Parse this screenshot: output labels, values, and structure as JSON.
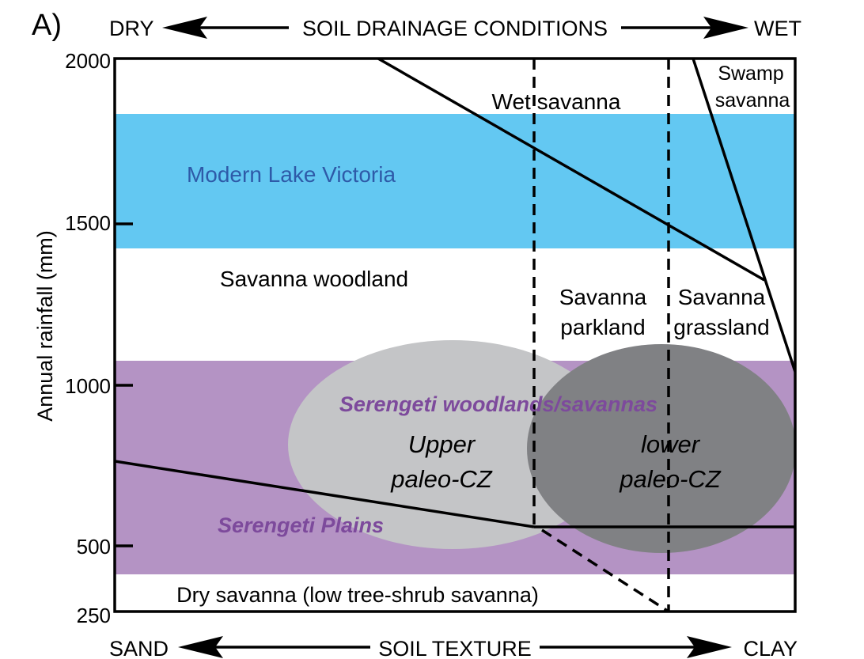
{
  "panel_label": "A)",
  "top_axis": {
    "left": "DRY",
    "title": "SOIL DRAINAGE CONDITIONS",
    "right": "WET"
  },
  "bottom_axis": {
    "left": "SAND",
    "title": "SOIL TEXTURE",
    "right": "CLAY"
  },
  "y_axis": {
    "label": "Annual rainfall (mm)",
    "range": [
      250,
      2000
    ],
    "ticks": [
      {
        "value": 2000,
        "label": "2000"
      },
      {
        "value": 1500,
        "label": "1500"
      },
      {
        "value": 1000,
        "label": "1000"
      },
      {
        "value": 500,
        "label": "500"
      },
      {
        "value": 250,
        "label": "250"
      }
    ]
  },
  "colors": {
    "lake": "#63c8f2",
    "lake_text": "#2e5aa8",
    "serengeti_band": "#b493c4",
    "serengeti_text": "#7d4a9c",
    "upper_cz": "#c4c5c7",
    "lower_cz": "#808184",
    "line": "#000000"
  },
  "bands": {
    "lake": {
      "label": "Modern Lake Victoria",
      "from": 1420,
      "to": 1825
    },
    "serengeti": {
      "from": 400,
      "to": 1080
    }
  },
  "zones": {
    "wet_savanna": "Wet savanna",
    "swamp_savanna": [
      "Swamp",
      "savanna"
    ],
    "savanna_woodland": "Savanna woodland",
    "savanna_parkland": [
      "Savanna",
      "parkland"
    ],
    "savanna_grassland": [
      "Savanna",
      "grassland"
    ],
    "dry_savanna": "Dry savanna (low tree-shrub savanna)"
  },
  "serengeti_labels": {
    "woodlands": "Serengeti woodlands/savannas",
    "plains": "Serengeti Plains"
  },
  "paleo_cz": {
    "upper": [
      "Upper",
      "paleo-CZ"
    ],
    "lower": [
      "lower",
      "paleo-CZ"
    ]
  }
}
